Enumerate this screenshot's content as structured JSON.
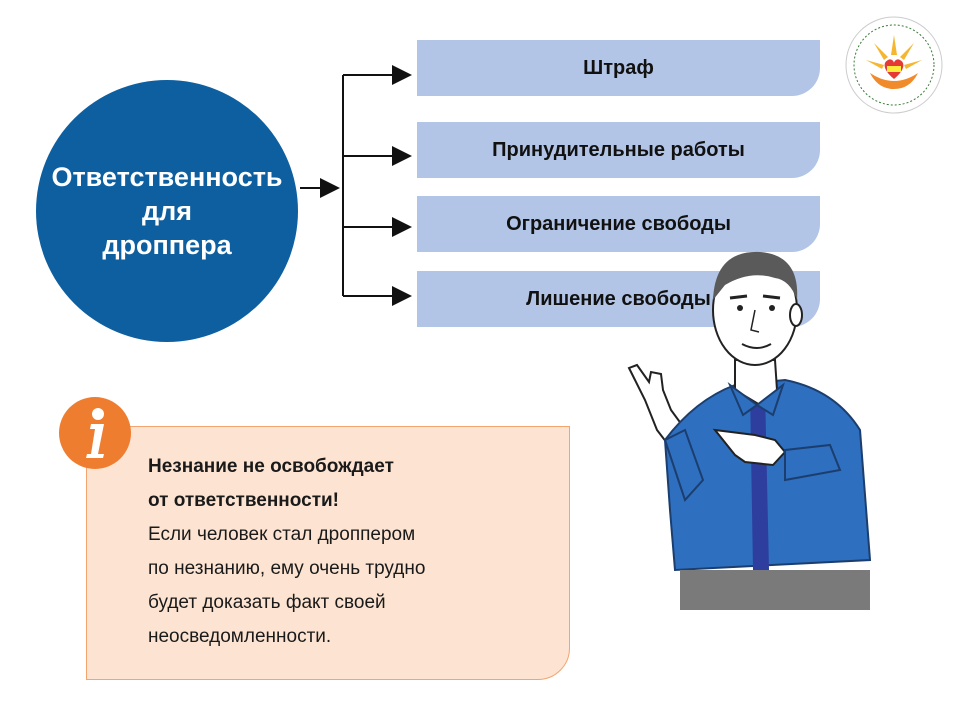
{
  "circle": {
    "lines": [
      "Ответственность",
      "для",
      "дроппера"
    ]
  },
  "outcomes": [
    "Штраф",
    "Принудительные работы",
    "Ограничение свободы",
    "Лишение свободы"
  ],
  "note": {
    "bold_lines": [
      "Незнание не освобождает",
      "от ответственности!"
    ],
    "lines": [
      "Если человек стал дроппером",
      "по незнанию, ему очень трудно",
      "будет доказать факт своей",
      "неосведомленности."
    ]
  },
  "colors": {
    "circle": "#0d5fa0",
    "bar": "#b3c5e6",
    "note_bg": "#fde4d2",
    "note_border": "#f3a46f",
    "icon": "#ef7d2f"
  },
  "icons": {
    "info": "info-icon",
    "logo": "organization-logo-emblem",
    "person": "pointing-man-illustration"
  }
}
